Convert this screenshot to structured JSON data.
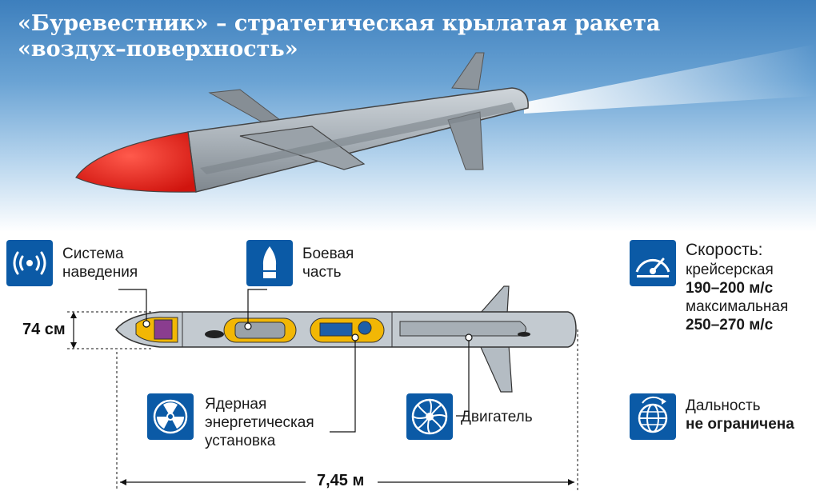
{
  "title": {
    "line1": "«Буревестник» – стратегическая крылатая ракета",
    "line2": "«воздух–поверхность»"
  },
  "components": {
    "guidance": {
      "line1": "Система",
      "line2": "наведения",
      "icon": "radio-signal-icon"
    },
    "warhead": {
      "line1": "Боевая",
      "line2": "часть",
      "icon": "warhead-icon"
    },
    "nuclear": {
      "line1": "Ядерная",
      "line2": "энергетическая",
      "line3": "установка",
      "icon": "radiation-icon"
    },
    "engine": {
      "label": "Двигатель",
      "icon": "turbine-icon"
    }
  },
  "specs": {
    "speed": {
      "title": "Скорость:",
      "cruise_label": "крейсерская",
      "cruise_value": "190–200 м/с",
      "max_label": "максимальная",
      "max_value": "250–270 м/с",
      "icon": "speedometer-icon"
    },
    "range": {
      "title": "Дальность",
      "value": "не ограничена",
      "icon": "globe-icon"
    }
  },
  "dimensions": {
    "diameter": "74 см",
    "length": "7,45 м"
  },
  "colors": {
    "icon_bg": "#0b5aa6",
    "nose": "#e8221b",
    "body": "#9aa3ab",
    "component": "#f2b705"
  }
}
